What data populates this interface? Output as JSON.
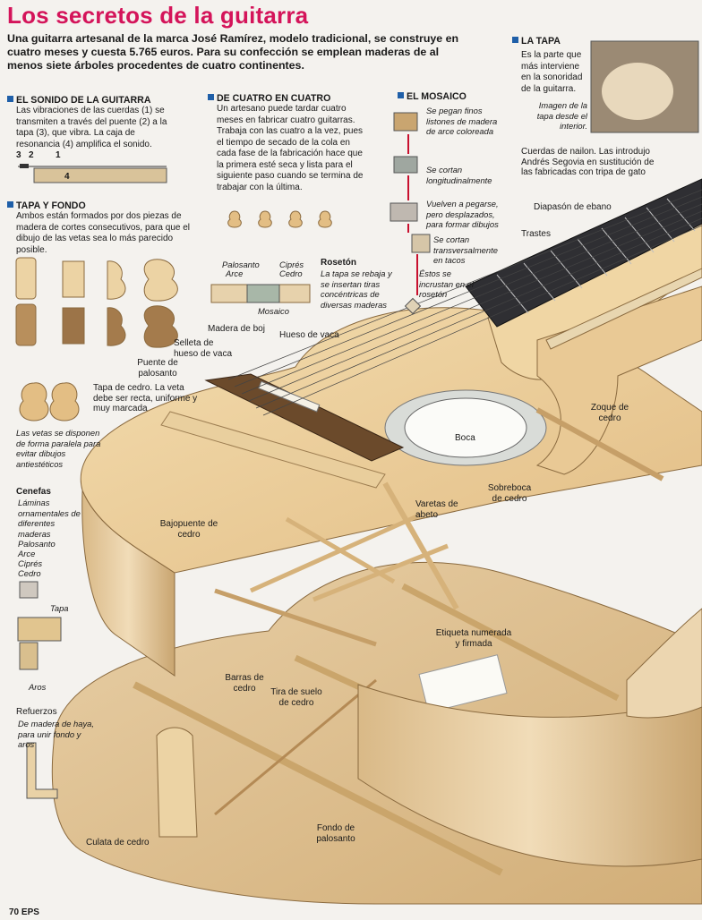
{
  "title": "Los secretos de la guitarra",
  "intro": "Una guitarra artesanal de la marca José Ramírez, modelo tradicional, se construye en cuatro meses y cuesta 5.765 euros. Para su confección se emplean maderas de al menos siete árboles procedentes de cuatro continentes.",
  "sections": {
    "sonido": {
      "heading": "EL SONIDO DE LA GUITARRA",
      "text": "Las vibraciones de las cuerdas (1) se transmiten a través del puente (2) a la tapa (3), que vibra. La caja de resonancia (4) amplifica el sonido.",
      "n1": "1",
      "n2": "2",
      "n3": "3",
      "n4": "4"
    },
    "tapa_fondo": {
      "heading": "TAPA Y FONDO",
      "text": "Ambos están formados por dos piezas de madera de cortes consecutivos, para que el dibujo de las vetas sea lo más parecido posible."
    },
    "cuatro": {
      "heading": "DE CUATRO EN CUATRO",
      "text": "Un artesano puede tardar cuatro meses en fabricar cuatro guitarras. Trabaja con las cuatro a la vez, pues el tiempo de secado de la cola en cada fase de la fabricación hace que la primera esté seca y lista para el siguiente paso cuando se termina de trabajar con la última."
    },
    "mosaico": {
      "heading": "EL MOSAICO",
      "step1": "Se pegan finos listones de madera de arce coloreada",
      "step2": "Se cortan longitudinalmente",
      "step3": "Vuelven a pegarse, pero desplazados, para formar dibujos",
      "step4": "Se cortan transversalmente en tacos",
      "step5": "Éstos se incrustan en el rosetón"
    },
    "roseton": {
      "heading": "Rosetón",
      "text": "La tapa se rebaja y se insertan tiras concéntricas de diversas maderas",
      "legend_palosanto": "Palosanto",
      "legend_arce": "Arce",
      "legend_cipres": "Ciprés",
      "legend_cedro": "Cedro",
      "mosaico_label": "Mosaico"
    },
    "la_tapa": {
      "heading": "LA TAPA",
      "text": "Es la parte que más interviene en la sonoridad de la guitarra.",
      "caption": "Imagen de la tapa desde el interior."
    },
    "cenefas": {
      "heading": "Cenefas",
      "text": "Láminas ornamentales de diferentes maderas",
      "items": [
        "Palosanto",
        "Arce",
        "Ciprés",
        "Cedro"
      ],
      "tapa": "Tapa",
      "aros": "Aros"
    },
    "refuerzos": {
      "heading": "Refuerzos",
      "text": "De madera de haya, para unir fondo y aros"
    },
    "vetas": {
      "text": "Las vetas se disponen de forma paralela para evitar dibujos antiestéticos"
    }
  },
  "labels": {
    "cuerdas": "Cuerdas de nailon. Las introdujo Andrés Segovia en sustitución de las fabricadas con tripa de gato",
    "diapason": "Diapasón de ebano",
    "trastes": "Trastes",
    "madera_boj": "Madera de boj",
    "hueso_vaca": "Hueso de vaca",
    "selleta": "Selleta de hueso de vaca",
    "puente": "Puente de palosanto",
    "tapa_cedro": "Tapa de cedro. La veta debe ser recta, uniforme y muy marcada",
    "zoque": "Zoque de cedro",
    "boca": "Boca",
    "sobreboca": "Sobreboca de cedro",
    "varetas": "Varetas de abeto",
    "bajopuente": "Bajopuente de cedro",
    "etiqueta": "Etiqueta numerada y firmada",
    "barras": "Barras de cedro",
    "tira": "Tira de suelo de cedro",
    "fondo": "Fondo de palosanto",
    "culata": "Culata de cedro"
  },
  "page_number": "70",
  "magazine": "EPS",
  "colors": {
    "title": "#d4145a",
    "accent": "#1f5fa8",
    "wood_light": "#f0d7a8",
    "wood_mid": "#e3bf86",
    "wood_dark": "#c9a06a",
    "fret": "#3a3a3a"
  }
}
